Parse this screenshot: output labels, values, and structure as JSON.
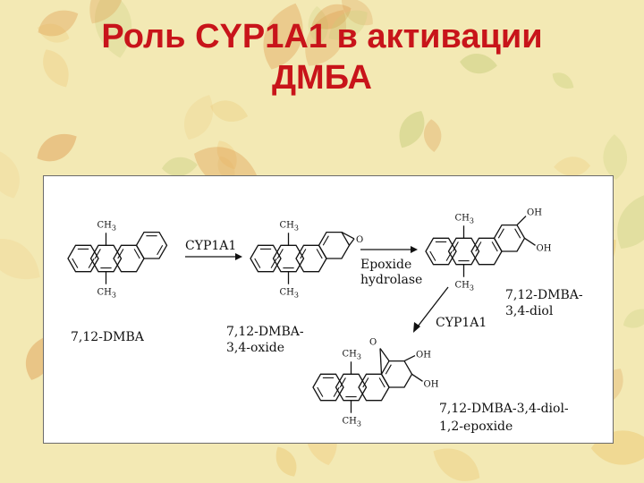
{
  "slide": {
    "title_line1": "Роль CYP1A1 в активации",
    "title_line2": "ДМБА"
  },
  "colors": {
    "title": "#c8141a",
    "background": "#f3e9b4",
    "leaf_palette": [
      "#e9b64e",
      "#d98c3c",
      "#c9cf7a",
      "#efc877",
      "#b8c46a"
    ]
  },
  "scheme": {
    "compounds": [
      {
        "name_line1": "7,12-DMBA",
        "name_line2": ""
      },
      {
        "name_line1": "7,12-DMBA-",
        "name_line2": "3,4-oxide"
      },
      {
        "name_line1": "7,12-DMBA-",
        "name_line2": "3,4-diol"
      },
      {
        "name_line1": "7,12-DMBA-3,4-diol-",
        "name_line2": "1,2-epoxide"
      }
    ],
    "steps": [
      {
        "enzyme_line1": "CYP1A1",
        "enzyme_line2": ""
      },
      {
        "enzyme_line1": "Epoxide",
        "enzyme_line2": "hydrolase"
      },
      {
        "enzyme_line1": "CYP1A1",
        "enzyme_line2": ""
      }
    ],
    "atom_labels": {
      "methyl": "CH",
      "methyl_sub": "3",
      "hydroxyl": "OH",
      "oxygen": "O"
    }
  }
}
